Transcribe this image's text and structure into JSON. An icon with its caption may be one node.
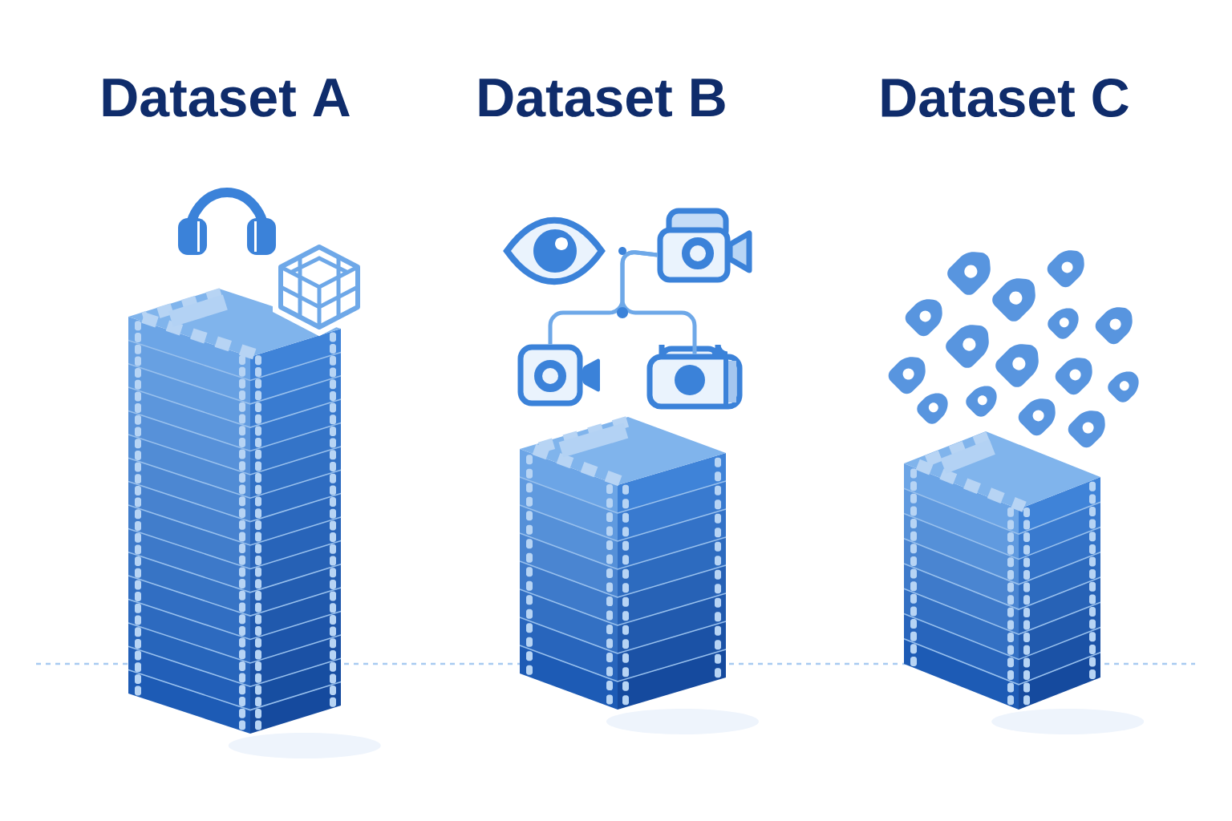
{
  "diagram": {
    "nodes": [
      {
        "text": [],
        "shape": "picture"
      },
      {
        "text": [],
        "shape": "picture"
      },
      {
        "text": [],
        "shape": "picture"
      }
    ],
    "edges": [
      {
        "from": 0,
        "to": 1,
        "arrow": "none"
      },
      {
        "from": 0,
        "to": 2,
        "arrow": "none"
      }
    ],
    "labels": [
      "Dataset A",
      "Dataset B",
      "Dataset C"
    ]
  }
}
